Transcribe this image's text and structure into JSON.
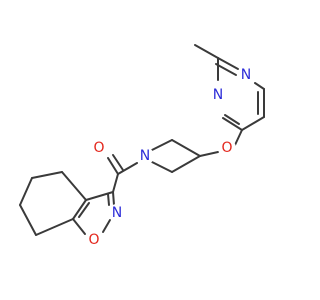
{
  "molecule": {
    "atoms": {
      "n_pyrimidine_1": "N",
      "n_pyrimidine_2": "N",
      "o_ether": "O",
      "o_carbonyl": "O",
      "n_piperidine": "N",
      "n_isoxazole": "N",
      "o_isoxazole": "O"
    }
  },
  "colors": {
    "bond": "#3a3a3a",
    "nitrogen": "#2c2cd8",
    "oxygen": "#e3261c",
    "background": "#ffffff"
  }
}
